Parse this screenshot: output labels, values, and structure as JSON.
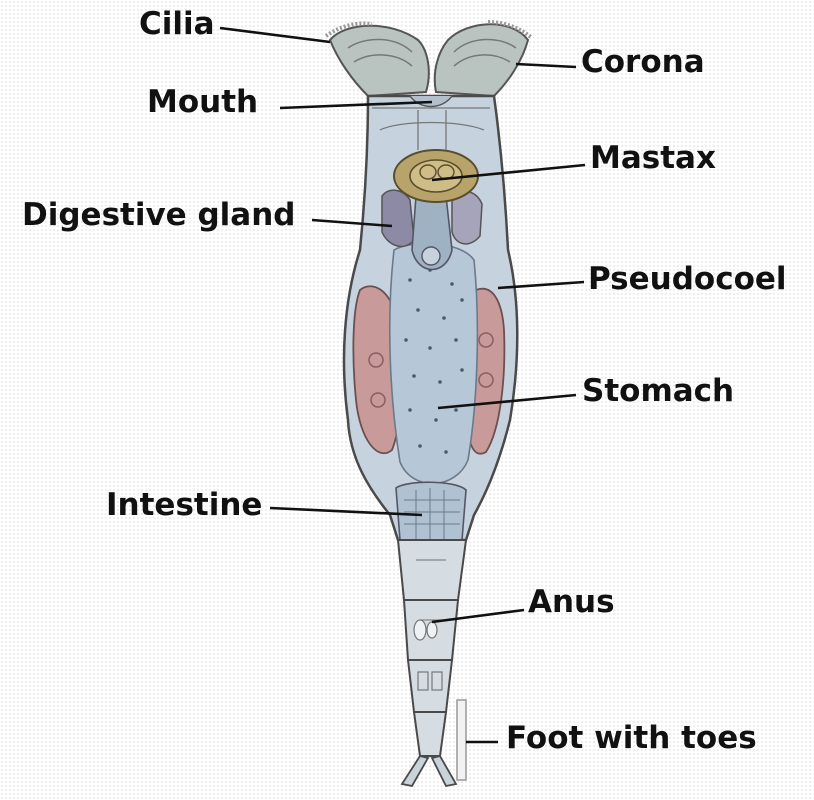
{
  "labels": {
    "cilia": "Cilia",
    "corona": "Corona",
    "mouth": "Mouth",
    "mastax": "Mastax",
    "digestive_gland": "Digestive gland",
    "pseudocoel": "Pseudocoel",
    "stomach": "Stomach",
    "intestine": "Intestine",
    "anus": "Anus",
    "foot": "Foot with toes"
  },
  "colors": {
    "body_fill": "#c6d3de",
    "body_outline": "#4a4a4a",
    "corona_fill": "#b9c4c1",
    "mastax_fill": "#b8a46a",
    "digestive_gland_fill": "#8d8aa5",
    "stomach_fill": "#b6c7d8",
    "side_gland_fill": "#c99a9a",
    "text": "#111111"
  }
}
